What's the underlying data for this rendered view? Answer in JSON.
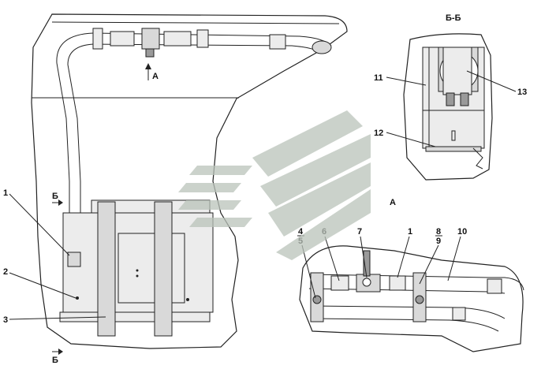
{
  "section_title": "Б-Б",
  "view_title": "А",
  "view_arrow_label": "А",
  "section_marker_label": "Б",
  "callouts_main": [
    "1",
    "2",
    "3"
  ],
  "callouts_section": [
    "11",
    "12",
    "13"
  ],
  "callouts_view": [
    "4",
    "5",
    "6",
    "7",
    "1",
    "8",
    "9",
    "10"
  ]
}
